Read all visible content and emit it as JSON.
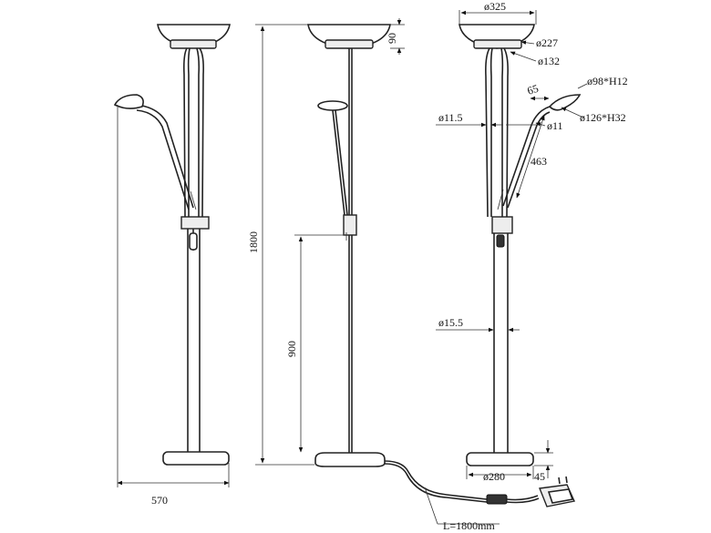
{
  "dimensions": {
    "top_diameter": "ø325",
    "bowl_height": "90",
    "bowl_inner_diameter": "ø227",
    "bowl_neck_diameter": "ø132",
    "reading_head_diameter": "ø98*H12",
    "arm_tip_length": "65",
    "reading_shade": "ø126*H32",
    "upper_tube_diameter": "ø11.5",
    "arm_tube_diameter": "ø11",
    "arm_length": "463",
    "lower_tube_diameter": "ø15.5",
    "total_height": "1800",
    "arm_height": "900",
    "base_width": "570",
    "base_diameter": "ø280",
    "base_height": "45",
    "cable_length": "L=1800mm"
  }
}
